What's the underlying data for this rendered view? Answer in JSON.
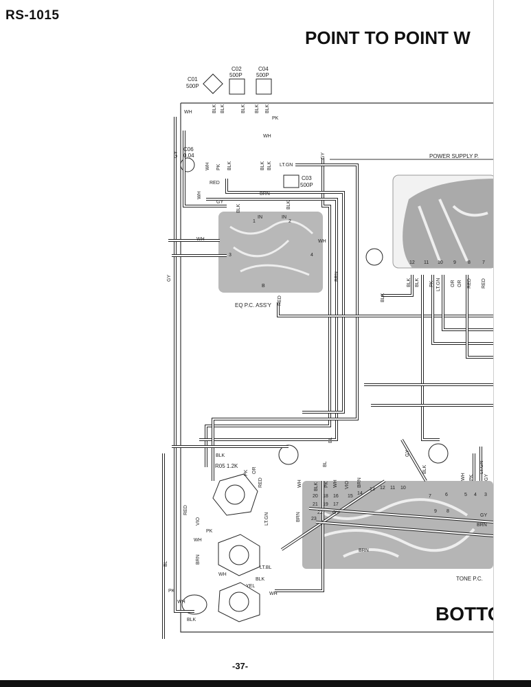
{
  "header": {
    "model": "RS-1015",
    "title": "POINT TO POINT W"
  },
  "footer": {
    "page_number": "-37-",
    "section_title": "BOTTO"
  },
  "boards": {
    "eq": "EQ P.C. ASS'Y",
    "power_supply": "POWER SUPPLY P.",
    "tone": "TONE P.C."
  },
  "components": {
    "c01": "C01",
    "c01_value": "500P",
    "c02": "C02",
    "c02_value": "500P",
    "c04": "C04",
    "c04_value": "500P",
    "c03": "C03",
    "c03_value": "500P",
    "c06": "C06",
    "c06_value": "0.04",
    "r05": "R05 1.2K"
  },
  "power_terminals": [
    "12",
    "11",
    "10",
    "9",
    "8",
    "7"
  ],
  "power_wires": [
    "BLK",
    "BLK",
    "PK",
    "LT.GN",
    "OR",
    "OR",
    "RED",
    "RED"
  ],
  "eq_terminals": [
    "1",
    "IN",
    "IN",
    "2",
    "3",
    "4",
    "B"
  ],
  "tone_terminals": [
    "20",
    "18",
    "16",
    "15",
    "14",
    "13",
    "12",
    "11",
    "10",
    "21",
    "19",
    "17",
    "22",
    "23",
    "7",
    "6",
    "5",
    "4",
    "3",
    "9",
    "8"
  ],
  "wire_labels": [
    "WH",
    "BLK",
    "BLK",
    "BLK",
    "BLK",
    "PK",
    "BLK",
    "WH",
    "GY",
    "GY",
    "WH",
    "PK",
    "BLK",
    "BLK",
    "BLK",
    "LT.GN",
    "RED",
    "BRN",
    "GY",
    "BLK",
    "WH",
    "BLK",
    "WH",
    "WH",
    "BRN",
    "RED",
    "BLK",
    "GY",
    "BL",
    "BLK",
    "OR",
    "PK",
    "RED",
    "BRN",
    "WH",
    "BLK",
    "PK",
    "WH",
    "VIO",
    "BRN",
    "GY",
    "BL",
    "RED",
    "WH",
    "PK",
    "VIO",
    "LT.GN",
    "BRN",
    "WH",
    "LT.BL",
    "BLK",
    "YEL",
    "WH",
    "PK",
    "WH",
    "BLK",
    "BL",
    "GY",
    "BLK",
    "WH",
    "LT.GN",
    "PK",
    "GY",
    "GY",
    "BRN",
    "BRN"
  ]
}
